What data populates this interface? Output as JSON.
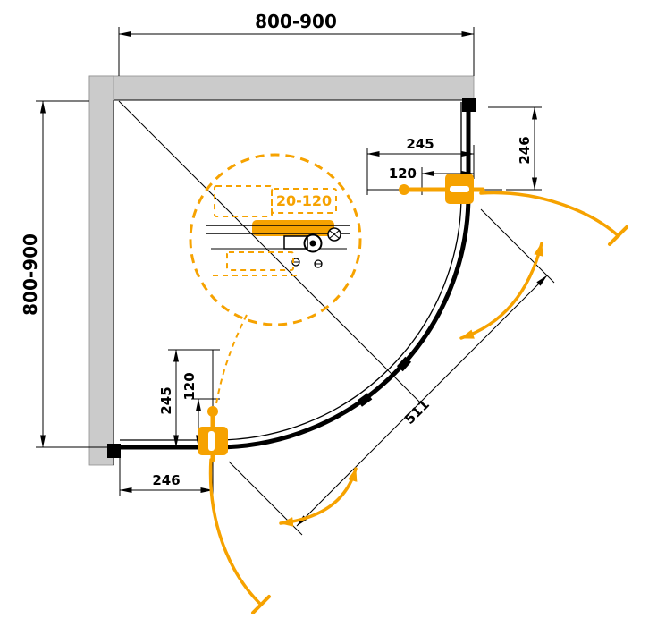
{
  "drawing": {
    "type": "quadrant-shower-enclosure-plan",
    "dim_width_top": "800-900",
    "dim_depth_left": "800-900",
    "dim_handle_offset_top": "245",
    "dim_handle_inner_top": "120",
    "dim_wall_gap_right": "246",
    "dim_handle_offset_bottom": "245",
    "dim_handle_inner_bottom": "120",
    "dim_wall_gap_bottom": "246",
    "dim_door_opening": "511",
    "dim_adjustment_range": "20-120"
  },
  "colors": {
    "accent": "#F6A200",
    "wall": "#CBCBCB",
    "line": "#000000"
  }
}
